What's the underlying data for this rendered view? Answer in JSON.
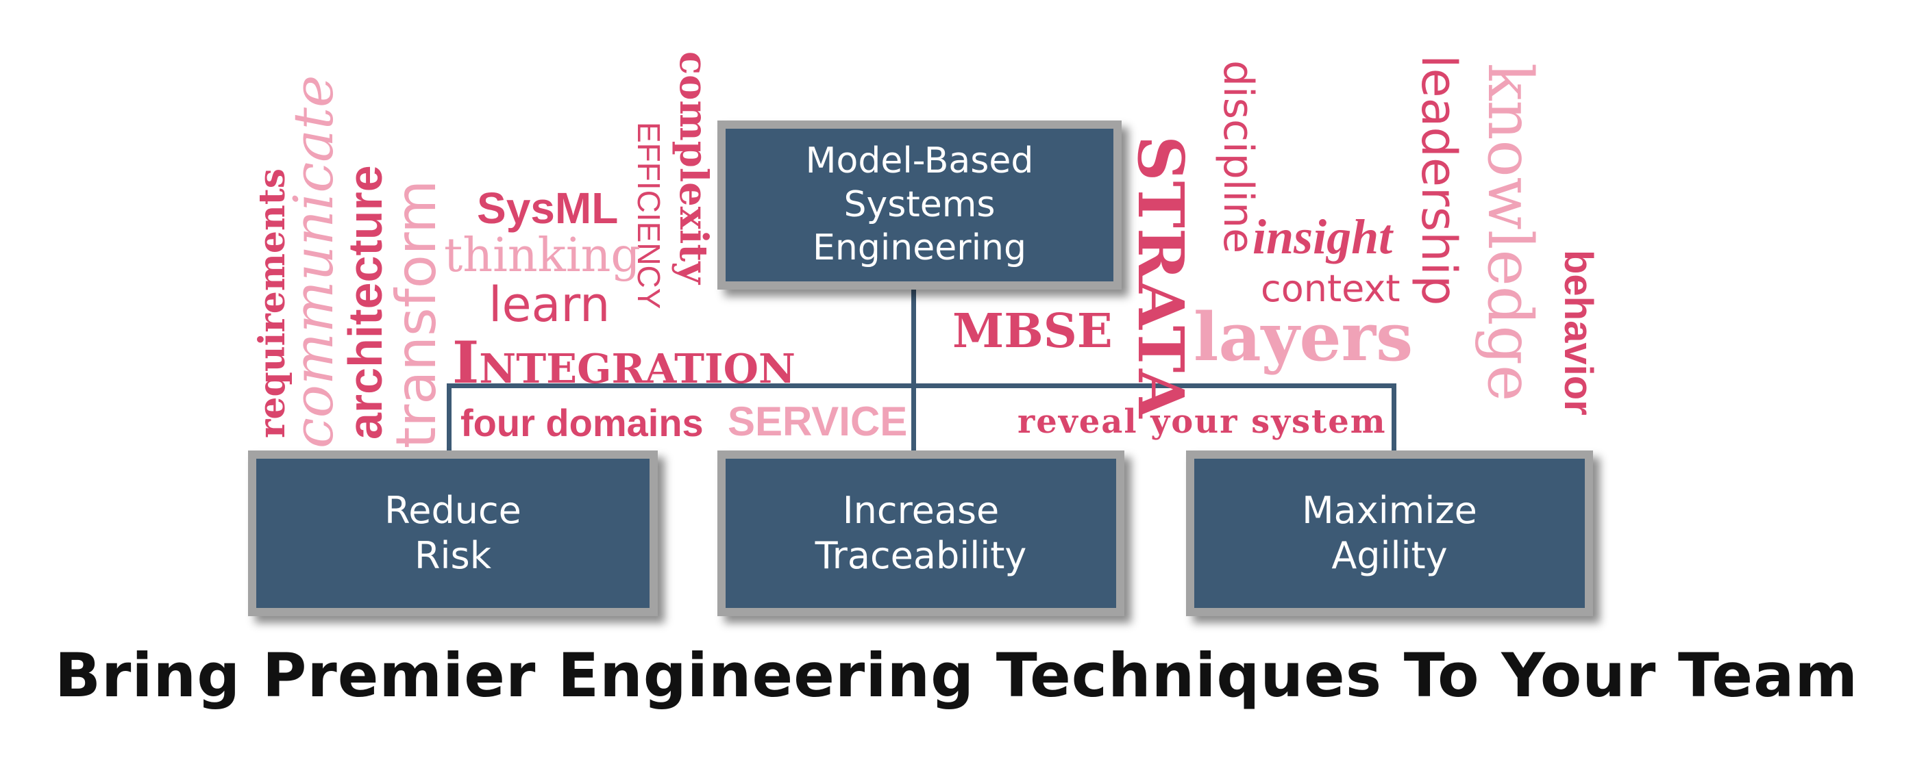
{
  "colors": {
    "box_fill": "#3d5a75",
    "box_border": "#a3a3a3",
    "word_dark": "#d9456c",
    "word_light": "#f0a2b7",
    "tagline": "#111111"
  },
  "boxes": {
    "root": {
      "line1": "Model-Based",
      "line2": "Systems",
      "line3": "Engineering"
    },
    "risk": {
      "line1": "Reduce",
      "line2": "Risk"
    },
    "traceability": {
      "line1": "Increase",
      "line2": "Traceability"
    },
    "agility": {
      "line1": "Maximize",
      "line2": "Agility"
    }
  },
  "words": {
    "requirements": "requirements",
    "communicate": "communicate",
    "architecture": "architecture",
    "transform": "transform",
    "sysml": "SysML",
    "thinking": "thinking",
    "learn": "learn",
    "efficiency": "EFFICIENCY",
    "complexity": "complexity",
    "integration": "Integration",
    "four_domains": "four domains",
    "service": "SERVICE",
    "mbse": "MBSE",
    "strata": "STRATA",
    "discipline": "discipline",
    "insight": "insight",
    "context": "context",
    "layers": "layers",
    "leadership": "leadership",
    "knowledge": "knowledge",
    "behavior": "behavior",
    "reveal_your_system": "reveal your system"
  },
  "tagline": "Bring Premier Engineering Techniques To Your Team"
}
